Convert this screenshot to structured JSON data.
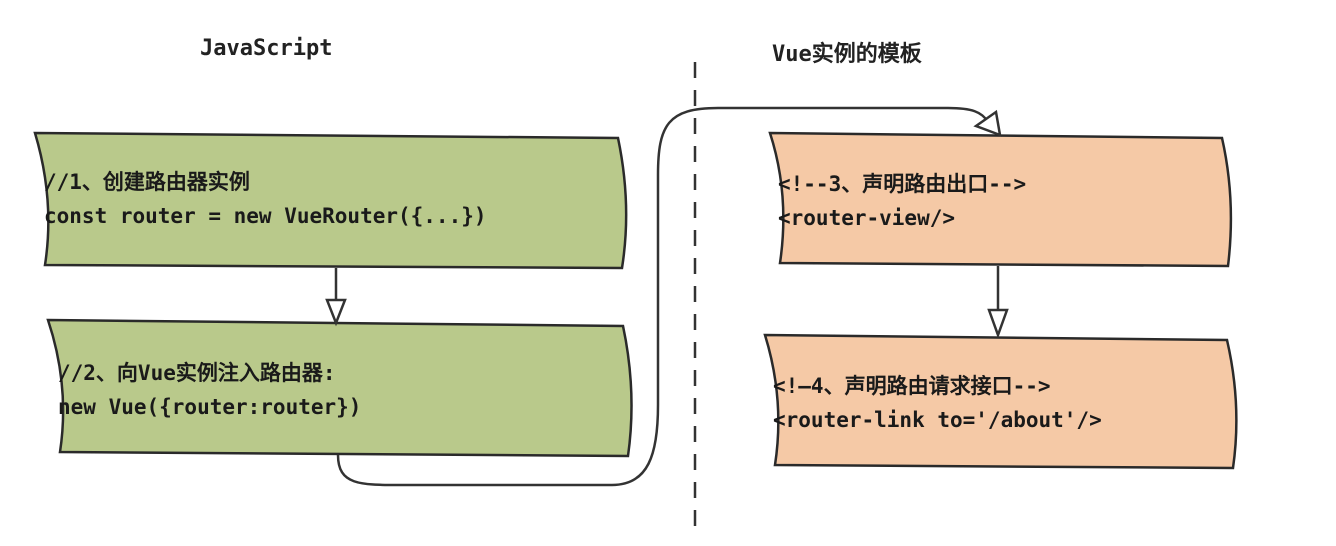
{
  "headers": {
    "left": "JavaScript",
    "right": "Vue实例的模板"
  },
  "boxes": [
    {
      "line1": "//1、创建路由器实例",
      "line2": "const router =  new VueRouter({...})",
      "color": "#b9c98b"
    },
    {
      "line1": "//2、向Vue实例注入路由器:",
      "line2": "new Vue({router:router})",
      "color": "#b9c98b"
    },
    {
      "line1": "<!--3、声明路由出口-->",
      "line2": "<router-view/>",
      "color": "#f5c9a6"
    },
    {
      "line1": "<!—4、声明路由请求接口-->",
      "line2": "<router-link to='/about'/>",
      "color": "#f5c9a6"
    }
  ]
}
